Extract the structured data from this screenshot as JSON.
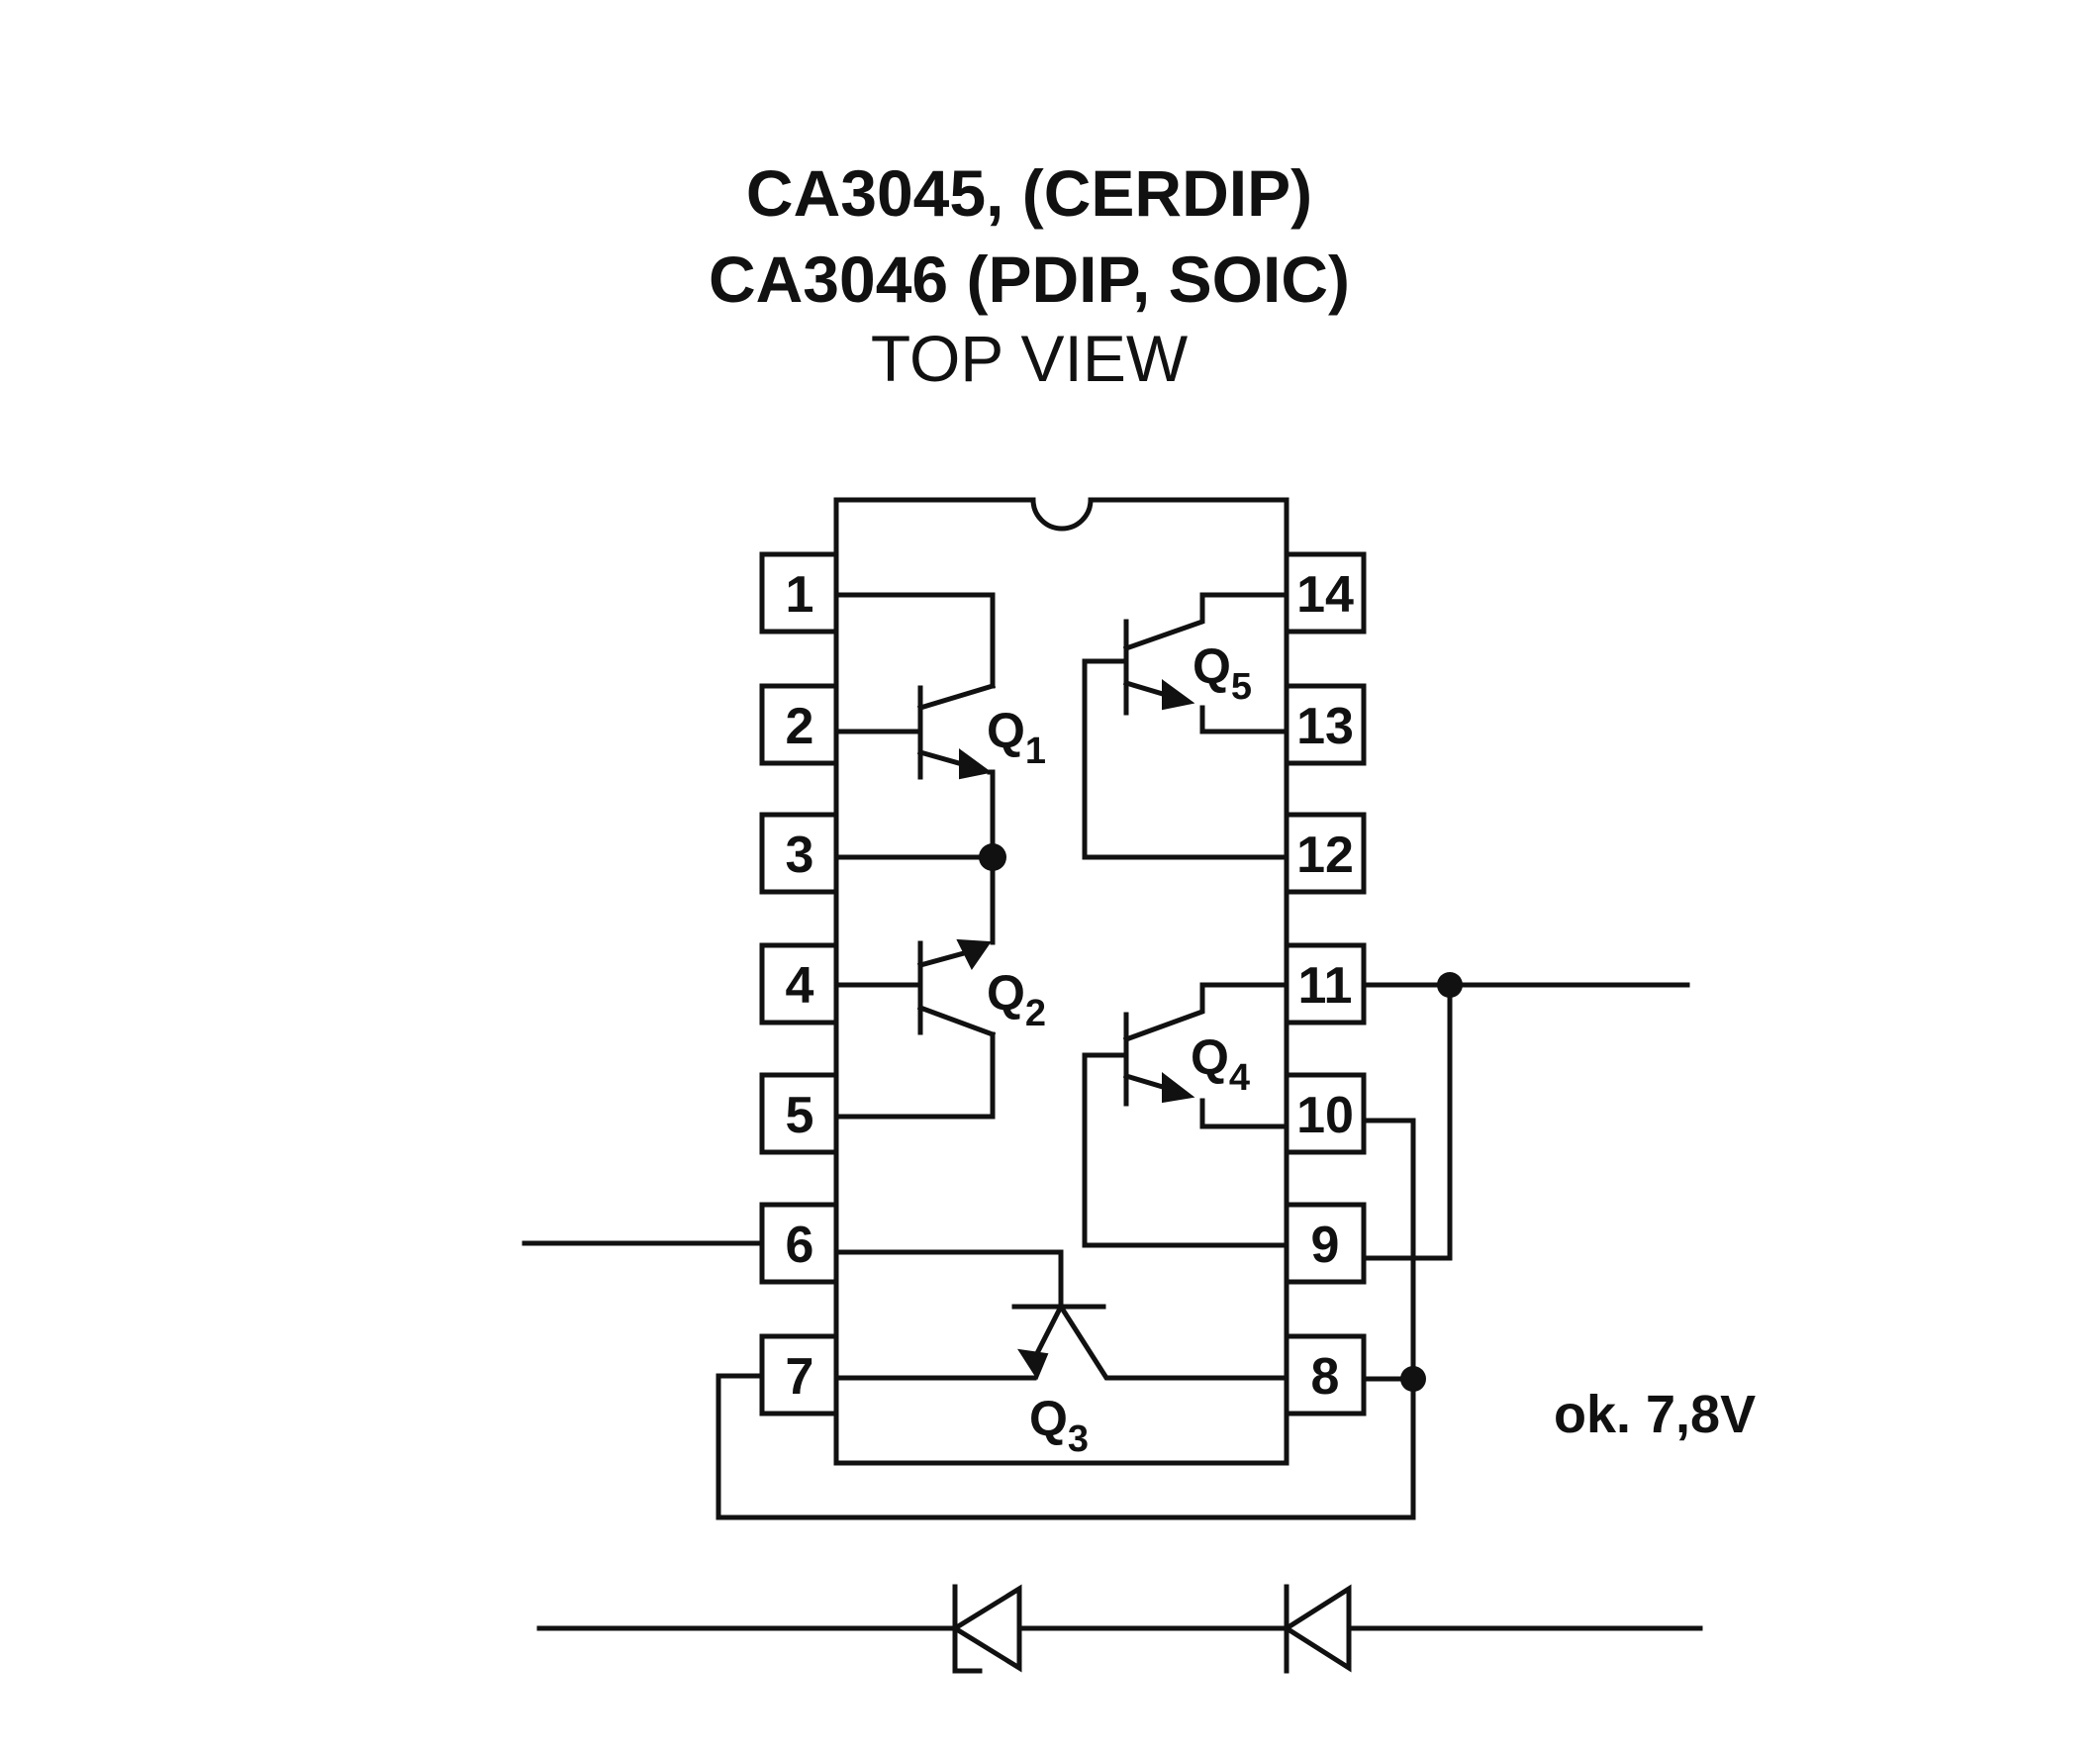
{
  "title": {
    "line1": "CA3045, (CERDIP)",
    "line2": "CA3046 (PDIP, SOIC)",
    "line3": "TOP VIEW"
  },
  "pins": {
    "left": [
      "1",
      "2",
      "3",
      "4",
      "5",
      "6",
      "7"
    ],
    "right": [
      "14",
      "13",
      "12",
      "11",
      "10",
      "9",
      "8"
    ]
  },
  "transistors": [
    {
      "letter": "Q",
      "index": "1"
    },
    {
      "letter": "Q",
      "index": "2"
    },
    {
      "letter": "Q",
      "index": "3"
    },
    {
      "letter": "Q",
      "index": "4"
    },
    {
      "letter": "Q",
      "index": "5"
    }
  ],
  "voltage_label": "ok. 7,8V"
}
